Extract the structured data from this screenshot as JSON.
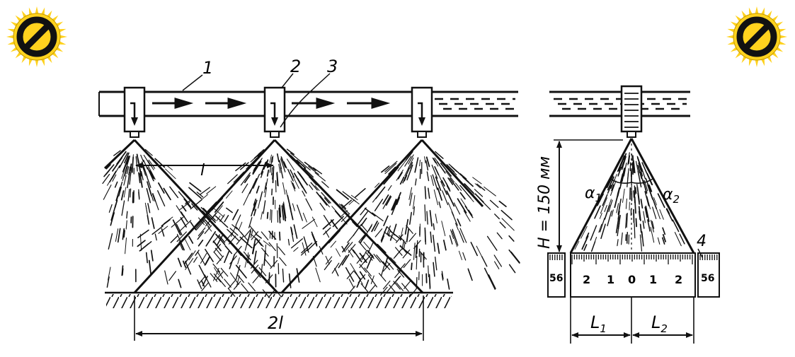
{
  "badges": {
    "left_icon": "prohibited-icon",
    "right_icon": "prohibited-icon",
    "fill_color": "#ffd21e",
    "ring_color": "#111111"
  },
  "callouts": {
    "pipe": "1",
    "nozzle_body": "2",
    "nozzle_tip": "3",
    "scale_bar": "4"
  },
  "left_view": {
    "spacing_label": "l",
    "double_spacing_label": "2l"
  },
  "right_view": {
    "height_label": "H = 150 мм",
    "angle_left_label": "α",
    "angle_left_sub": "1",
    "angle_right_label": "α",
    "angle_right_sub": "2",
    "width_left_label": "L",
    "width_left_sub": "1",
    "width_right_label": "L",
    "width_right_sub": "2",
    "scale_ticks": [
      "2",
      "1",
      "0",
      "1",
      "2"
    ],
    "scale_end_left": "56",
    "scale_end_right": "56"
  },
  "colors": {
    "ink": "#111111",
    "paper": "#ffffff"
  }
}
